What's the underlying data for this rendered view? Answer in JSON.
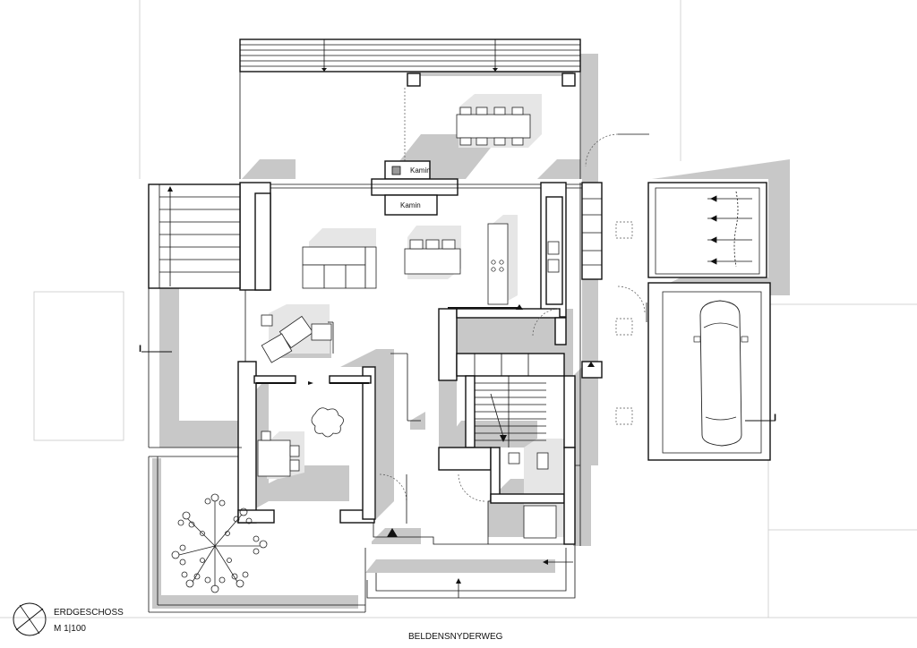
{
  "plan": {
    "title": "ERDGESCHOSS",
    "scale": "M 1|100",
    "street": "BELDENSNYDERWEG",
    "labels": {
      "kamin_upper": "Kamin",
      "kamin_lower": "Kamin"
    },
    "section_markers": {
      "left": "I",
      "right": "I"
    }
  }
}
